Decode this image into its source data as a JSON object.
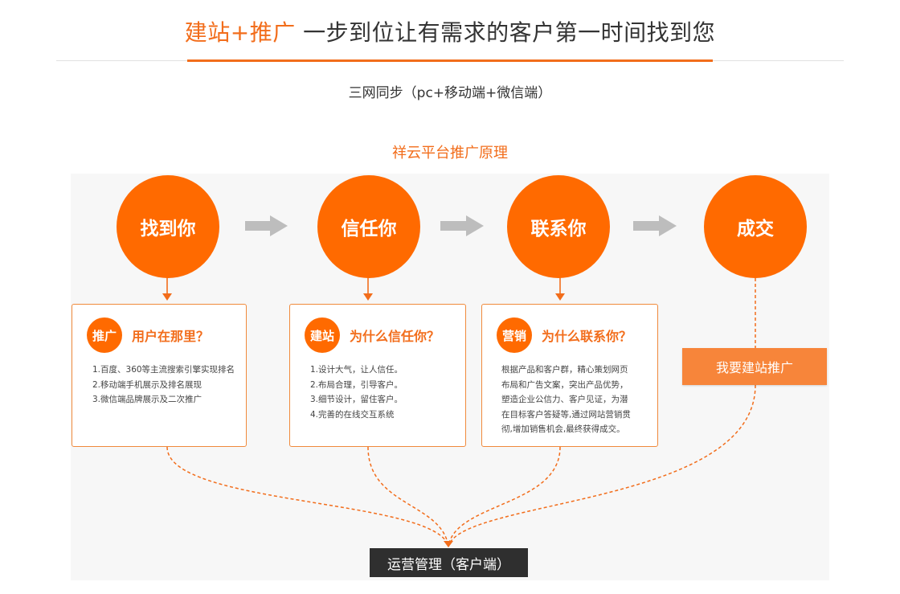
{
  "header": {
    "title_accent": "建站+推广",
    "title_rest": "一步到位让有需求的客户第一时间找到您",
    "subtitle": "三网同步（pc+移动端+微信端）"
  },
  "diagram": {
    "title": "祥云平台推广原理",
    "steps": [
      "找到你",
      "信任你",
      "联系你",
      "成交"
    ],
    "cards": [
      {
        "badge": "推广",
        "question": "用户在那里？",
        "lines": [
          "1.百度、360等主流搜索引擎实现排名",
          "2.移动端手机展示及排名展现",
          "3.微信端品牌展示及二次推广"
        ]
      },
      {
        "badge": "建站",
        "question": "为什么信任你？",
        "lines": [
          "1.设计大气，让人信任。",
          "2.布局合理，引导客户。",
          "3.细节设计，留住客户。",
          "4.完善的在线交互系统"
        ]
      },
      {
        "badge": "营销",
        "question": "为什么联系你？",
        "lines": [
          "根据产品和客户群，精心策划网页",
          "布局和广告文案，突出产品优势，",
          "塑造企业公信力、客户见证，为潜",
          "在目标客户答疑等,通过网站营销贯",
          "彻,增加销售机会,最终获得成交。"
        ]
      }
    ],
    "cta_button": "我要建站推广",
    "operations_label": "运营管理（客户端）"
  },
  "colors": {
    "accent": "#ff6a00",
    "accent_text": "#f26d1b",
    "arrow_gray": "#bdbdbd",
    "panel_bg": "#f7f7f7",
    "dark_box": "#2f2f2f"
  }
}
